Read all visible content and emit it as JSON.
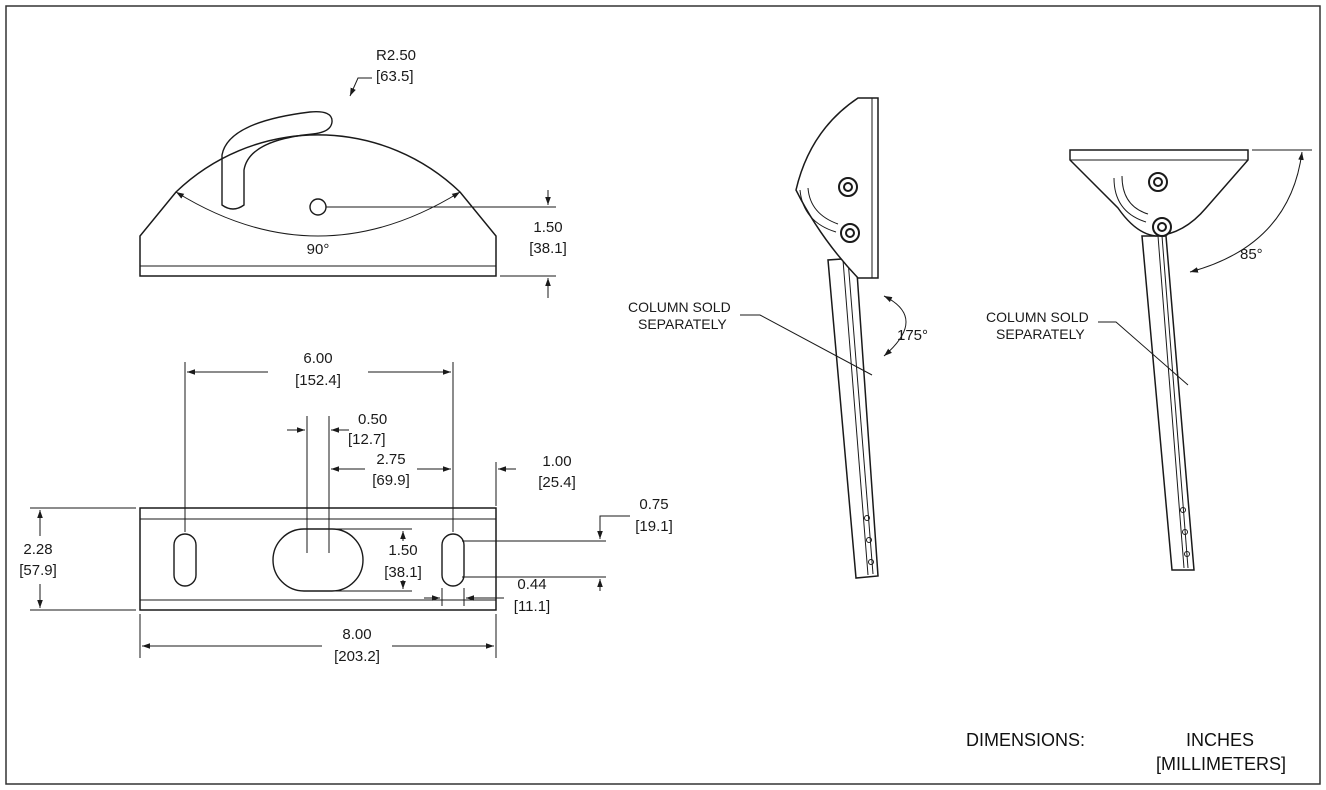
{
  "colors": {
    "line": "#1a1a1a",
    "background": "#ffffff"
  },
  "front_view": {
    "radius_in": "R2.50",
    "radius_mm": "[63.5]",
    "angle": "90°",
    "height_in": "1.50",
    "height_mm": "[38.1]"
  },
  "top_view": {
    "hole_spacing_in": "6.00",
    "hole_spacing_mm": "[152.4]",
    "slot_width_in": "0.50",
    "slot_width_mm": "[12.7]",
    "center_offset_in": "2.75",
    "center_offset_mm": "[69.9]",
    "edge_offset_in": "1.00",
    "edge_offset_mm": "[25.4]",
    "slot_length_in": "0.75",
    "slot_length_mm": "[19.1]",
    "width_in": "2.28",
    "width_mm": "[57.9]",
    "center_slot_in": "1.50",
    "center_slot_mm": "[38.1]",
    "hole_width_in": "0.44",
    "hole_width_mm": "[11.1]",
    "length_in": "8.00",
    "length_mm": "[203.2]"
  },
  "side_view_1": {
    "note_line1": "COLUMN SOLD",
    "note_line2": "SEPARATELY",
    "angle": "175°"
  },
  "side_view_2": {
    "note_line1": "COLUMN SOLD",
    "note_line2": "SEPARATELY",
    "angle": "85°"
  },
  "legend": {
    "label": "DIMENSIONS:",
    "unit_primary": "INCHES",
    "unit_secondary": "[MILLIMETERS]"
  }
}
